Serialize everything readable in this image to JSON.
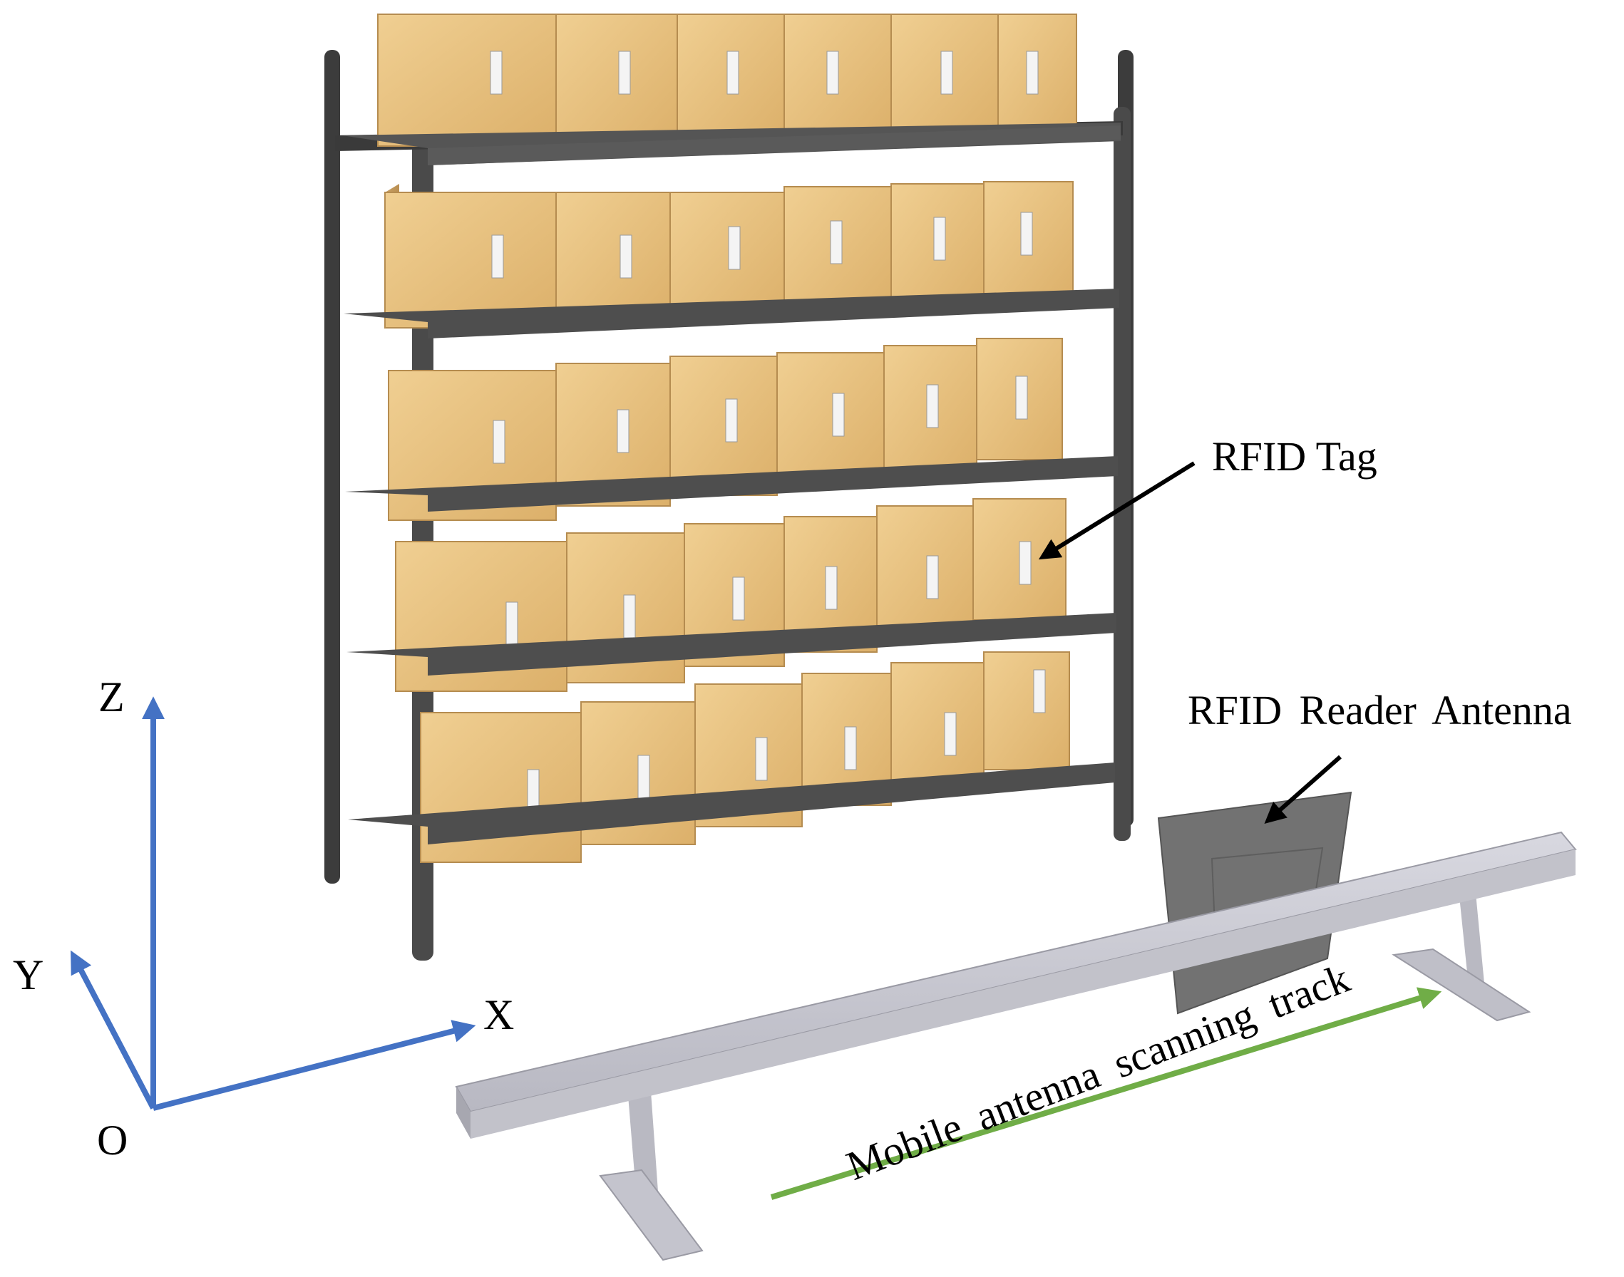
{
  "labels": {
    "axis_z": "Z",
    "axis_y": "Y",
    "axis_x": "X",
    "origin": "O",
    "rfid_tag": "RFID Tag",
    "reader_antenna": "RFID  Reader Antenna",
    "scanning_track": "Mobile antenna scanning track"
  },
  "colors": {
    "axis": "#4472c4",
    "track_arrow": "#70ad47",
    "shelf_frame": "#4a4a4a",
    "box": "#e3b877",
    "rail": "#c8c8d0",
    "antenna_panel": "#707070"
  }
}
